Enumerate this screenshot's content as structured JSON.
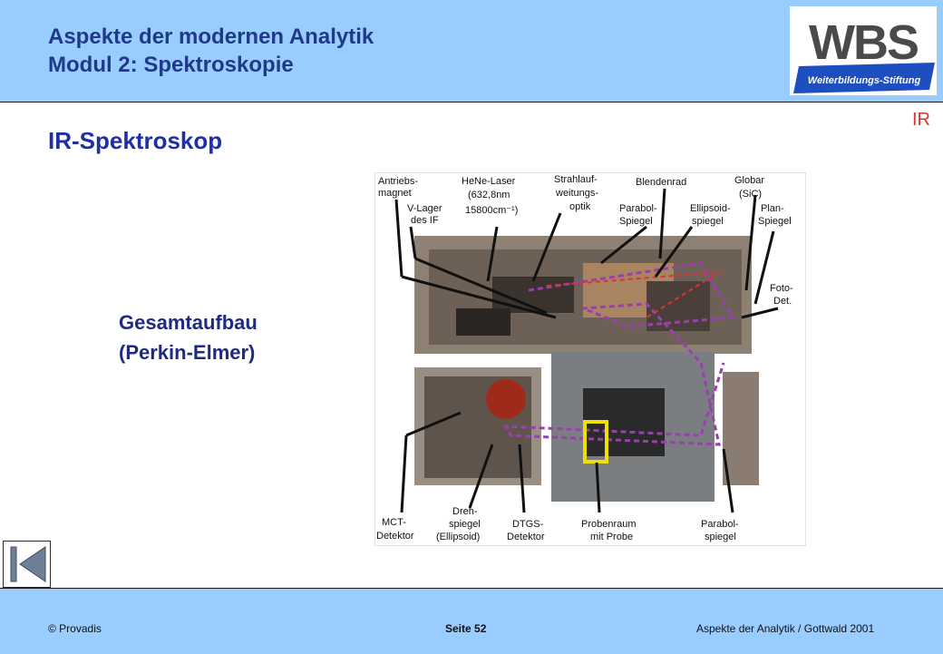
{
  "header": {
    "title_line1": "Aspekte der modernen Analytik",
    "title_line2": "Modul 2: Spektroskopie",
    "logo": {
      "text": "WBS",
      "subtext": "Weiterbildungs-Stiftung"
    }
  },
  "section_tag": "IR",
  "slide_title": "IR-Spektroskop",
  "caption": {
    "line1": "Gesamtaufbau",
    "line2": "(Perkin-Elmer)"
  },
  "figure": {
    "labels_top": {
      "antriebsmagnet": [
        "Antriebs-",
        "magnet"
      ],
      "v_lager": [
        "V-Lager",
        "des IF"
      ],
      "laser": [
        "HeNe-Laser",
        "(632,8nm",
        "15800cm⁻¹)"
      ],
      "strahlaufweitung": [
        "Strahlauf-",
        "weitungs-",
        "optik"
      ],
      "blendenrad": [
        "Blendenrad"
      ],
      "parabolspiegel_top": [
        "Parabol-",
        "Spiegel"
      ],
      "globar": [
        "Globar",
        "(SiC)"
      ],
      "ellipsoidspiegel": [
        "Ellipsoid-",
        "spiegel"
      ],
      "planspiegel": [
        "Plan-",
        "Spiegel"
      ],
      "fotodetektor": [
        "Foto-",
        "Det."
      ]
    },
    "labels_bottom": {
      "mct": [
        "MCT-",
        "Detektor"
      ],
      "drehspiegel": [
        "Dreh-",
        "spiegel",
        "(Ellipsoid)"
      ],
      "dtgs": [
        "DTGS-",
        "Detektor"
      ],
      "probenraum": [
        "Probenraum",
        "mit Probe"
      ],
      "parabolspiegel_bottom": [
        "Parabol-",
        "spiegel"
      ]
    }
  },
  "footer": {
    "left": "© Provadis",
    "center": "Seite 52",
    "right": "Aspekte der Analytik / Gottwald 2001"
  },
  "colors": {
    "header_bg": "#99ccff",
    "title": "#1f3a8a",
    "ir_tag": "#e03030",
    "beam": "#9b3fb0",
    "sample_marker": "#f0e000"
  },
  "nav": {
    "icon": "skip-to-start-icon"
  }
}
